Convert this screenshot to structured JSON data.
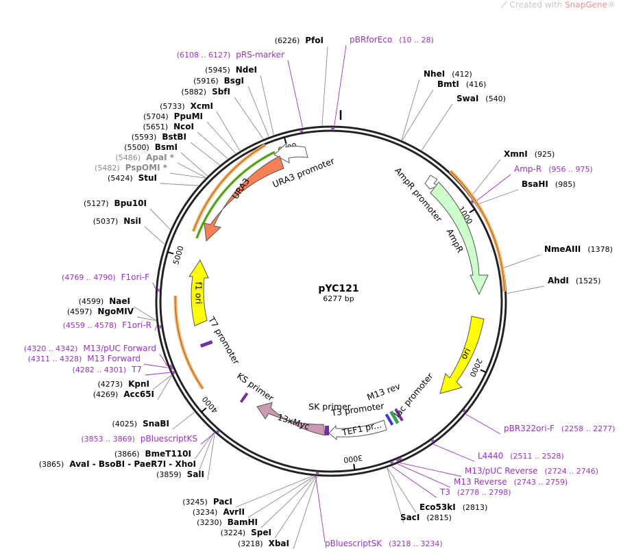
{
  "credit": {
    "prefix": "Created with ",
    "brand": "SnapGene",
    "reg": "®"
  },
  "plasmid": {
    "name": "pYC121",
    "length_label": "6277 bp",
    "length": 6277
  },
  "ticks": [
    {
      "bp": 1000,
      "label": "1000"
    },
    {
      "bp": 2000,
      "label": "2000"
    },
    {
      "bp": 3000,
      "label": "3000"
    },
    {
      "bp": 4000,
      "label": "4000"
    },
    {
      "bp": 5000,
      "label": "5000"
    },
    {
      "bp": 6000,
      "label": "6000"
    }
  ],
  "features": [
    {
      "name": "URA3 promoter",
      "start": 5650,
      "end": 5850,
      "direction": -1,
      "color": "#ffffff",
      "lane": 1
    },
    {
      "name": "URA3",
      "start": 4900,
      "end": 5700,
      "direction": -1,
      "color": "#f58056",
      "lane": 0
    },
    {
      "name": "AmpR promoter",
      "start": 940,
      "end": 1000,
      "direction": -1,
      "color": "#ffffff",
      "lane": 1
    },
    {
      "name": "AmpR",
      "start": 900,
      "end": 1540,
      "direction": 1,
      "color": "#ccffcc",
      "lane": 1
    },
    {
      "name": "ori",
      "start": 1700,
      "end": 2380,
      "direction": 1,
      "color": "#ffff00",
      "lane": 1
    },
    {
      "name": "f1 ori",
      "start": 4560,
      "end": 4860,
      "direction": -1,
      "color": "#ffff00",
      "lane": 0
    },
    {
      "name": "13xMyc",
      "start": 3280,
      "end": 3740,
      "direction": -1,
      "color": "#cc99b2",
      "lane": 2
    },
    {
      "name": "TEF1 pr...",
      "start": 3030,
      "end": 3200,
      "direction": -1,
      "color": "#ffffff",
      "lane": 2
    }
  ],
  "labels": {
    "lac_promoter": "lac promoter",
    "m13_rev": "M13 rev",
    "t3_promoter": "T3 promoter",
    "sk_primer": "SK primer",
    "ks_primer": "KS primer",
    "t7_promoter": "T7 promoter"
  },
  "enzymes": [
    {
      "name": "PfoI",
      "pos": "(6226)",
      "side": "left",
      "grey": false
    },
    {
      "name": "NdeI",
      "pos": "(5945)",
      "side": "left",
      "grey": false
    },
    {
      "name": "BsgI",
      "pos": "(5916)",
      "side": "left",
      "grey": false
    },
    {
      "name": "SbfI",
      "pos": "(5882)",
      "side": "left",
      "grey": false
    },
    {
      "name": "XcmI",
      "pos": "(5733)",
      "side": "left",
      "grey": false
    },
    {
      "name": "PpuMI",
      "pos": "(5704)",
      "side": "left",
      "grey": false
    },
    {
      "name": "NcoI",
      "pos": "(5651)",
      "side": "left",
      "grey": false
    },
    {
      "name": "BstBI",
      "pos": "(5593)",
      "side": "left",
      "grey": false
    },
    {
      "name": "BsmI",
      "pos": "(5500)",
      "side": "left",
      "grey": false
    },
    {
      "name": "ApaI *",
      "pos": "(5486)",
      "side": "left",
      "grey": true
    },
    {
      "name": "PspOMI *",
      "pos": "(5482)",
      "side": "left",
      "grey": true
    },
    {
      "name": "StuI",
      "pos": "(5424)",
      "side": "left",
      "grey": false
    },
    {
      "name": "Bpu10I",
      "pos": "(5127)",
      "side": "left",
      "grey": false
    },
    {
      "name": "NsiI",
      "pos": "(5037)",
      "side": "left",
      "grey": false
    },
    {
      "name": "NaeI",
      "pos": "(4599)",
      "side": "left",
      "grey": false
    },
    {
      "name": "NgoMIV",
      "pos": "(4597)",
      "side": "left",
      "grey": false
    },
    {
      "name": "KpnI",
      "pos": "(4273)",
      "side": "left",
      "grey": false
    },
    {
      "name": "Acc65I",
      "pos": "(4269)",
      "side": "left",
      "grey": false
    },
    {
      "name": "SnaBI",
      "pos": "(4025)",
      "side": "left",
      "grey": false
    },
    {
      "name": "BmeT110I",
      "pos": "(3866)",
      "side": "left",
      "grey": false
    },
    {
      "name": "AvaI  - BsoBI - PaeR7I - XhoI",
      "pos": "(3865)",
      "side": "left",
      "grey": false
    },
    {
      "name": "SalI",
      "pos": "(3859)",
      "side": "left",
      "grey": false
    },
    {
      "name": "PacI",
      "pos": "(3245)",
      "side": "left",
      "grey": false
    },
    {
      "name": "AvrII",
      "pos": "(3234)",
      "side": "left",
      "grey": false
    },
    {
      "name": "BamHI",
      "pos": "(3230)",
      "side": "left",
      "grey": false
    },
    {
      "name": "SpeI",
      "pos": "(3224)",
      "side": "left",
      "grey": false
    },
    {
      "name": "XbaI",
      "pos": "(3218)",
      "side": "left",
      "grey": false
    },
    {
      "name": "NheI",
      "pos": "(412)",
      "side": "right",
      "grey": false
    },
    {
      "name": "BmtI",
      "pos": "(416)",
      "side": "right",
      "grey": false
    },
    {
      "name": "SwaI",
      "pos": "(540)",
      "side": "right",
      "grey": false
    },
    {
      "name": "XmnI",
      "pos": "(925)",
      "side": "right",
      "grey": false
    },
    {
      "name": "BsaHI",
      "pos": "(985)",
      "side": "right",
      "grey": false
    },
    {
      "name": "NmeAIII",
      "pos": "(1378)",
      "side": "right",
      "grey": false
    },
    {
      "name": "AhdI",
      "pos": "(1525)",
      "side": "right",
      "grey": false
    },
    {
      "name": "Eco53kI",
      "pos": "(2813)",
      "side": "right",
      "grey": false
    },
    {
      "name": "SacI",
      "pos": "(2815)",
      "side": "right",
      "grey": false
    }
  ],
  "primers": [
    {
      "name": "pRS-marker",
      "range": "(6108 .. 6127)",
      "side": "left"
    },
    {
      "name": "pBRforEco",
      "range": "(10 .. 28)",
      "side": "right"
    },
    {
      "name": "Amp-R",
      "range": "(956 .. 975)",
      "side": "right"
    },
    {
      "name": "F1ori-F",
      "range": "(4769 .. 4790)",
      "side": "left"
    },
    {
      "name": "F1ori-R",
      "range": "(4559 .. 4578)",
      "side": "left"
    },
    {
      "name": "M13/pUC Forward",
      "range": "(4320 .. 4342)",
      "side": "left"
    },
    {
      "name": "M13 Forward",
      "range": "(4311 .. 4328)",
      "side": "left"
    },
    {
      "name": "T7",
      "range": "(4282 .. 4301)",
      "side": "left"
    },
    {
      "name": "pBluescriptKS",
      "range": "(3853 .. 3869)",
      "side": "left"
    },
    {
      "name": "pBR322ori-F",
      "range": "(2258 .. 2277)",
      "side": "right"
    },
    {
      "name": "L4440",
      "range": "(2511 .. 2528)",
      "side": "right"
    },
    {
      "name": "M13/pUC Reverse",
      "range": "(2724 .. 2746)",
      "side": "right"
    },
    {
      "name": "M13 Reverse",
      "range": "(2743 .. 2759)",
      "side": "right"
    },
    {
      "name": "T3",
      "range": "(2778 .. 2798)",
      "side": "right"
    },
    {
      "name": "pBluescriptSK",
      "range": "(3218 .. 3234)",
      "side": "right"
    }
  ]
}
